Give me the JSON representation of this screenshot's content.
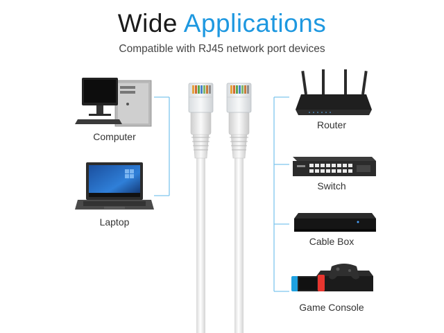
{
  "header": {
    "title_plain": "Wide",
    "title_accent": "Applications",
    "subtitle": "Compatible with RJ45 network port devices"
  },
  "left_devices": [
    {
      "label": "Computer",
      "icon": "desktop-computer-icon"
    },
    {
      "label": "Laptop",
      "icon": "laptop-icon"
    }
  ],
  "right_devices": [
    {
      "label": "Router",
      "icon": "router-icon"
    },
    {
      "label": "Switch",
      "icon": "network-switch-icon"
    },
    {
      "label": "Cable Box",
      "icon": "cable-box-icon"
    },
    {
      "label": "Game Console",
      "icon": "game-console-icon"
    }
  ],
  "colors": {
    "accent": "#1e98e0",
    "connector_line": "#7ec5ee",
    "cable": "#f2f2f2",
    "title_text": "#1a1a1a"
  }
}
